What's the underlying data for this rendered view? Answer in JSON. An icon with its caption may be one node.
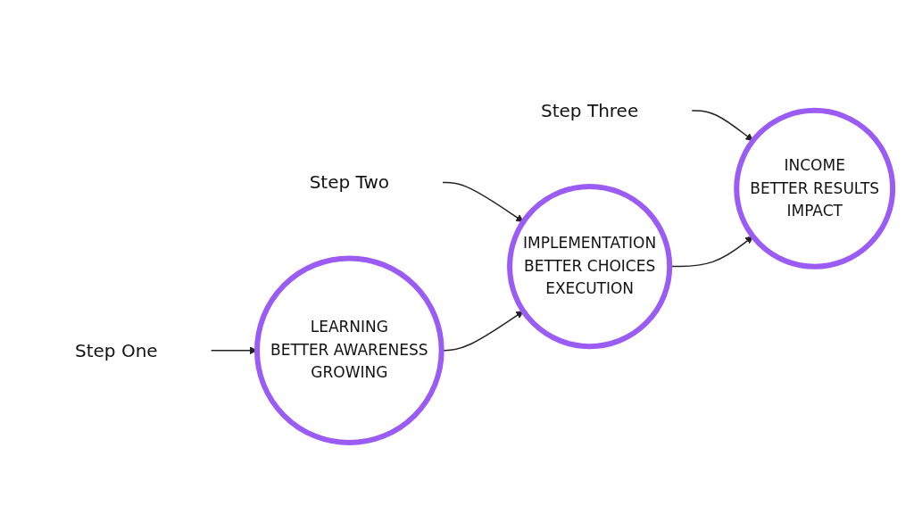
{
  "diagram": {
    "nodes": [
      {
        "text": [
          "Step One"
        ]
      },
      {
        "text": [
          "LEARNING",
          "BETTER AWARENESS",
          "GROWING"
        ]
      },
      {
        "text": [
          "Step Two"
        ]
      },
      {
        "text": [
          "IMPLEMENTATION",
          "BETTER CHOICES",
          "EXECUTION"
        ]
      },
      {
        "text": [
          "Step Three"
        ]
      },
      {
        "text": [
          "INCOME",
          "BETTER RESULTS",
          "IMPACT"
        ]
      }
    ],
    "edges": [
      {
        "from": 0,
        "to": 1,
        "arrow": "to"
      },
      {
        "from": 2,
        "to": 3,
        "arrow": "to"
      },
      {
        "from": 4,
        "to": 5,
        "arrow": "to"
      },
      {
        "from": 1,
        "to": 3,
        "arrow": "to"
      },
      {
        "from": 3,
        "to": 5,
        "arrow": "to"
      }
    ]
  }
}
